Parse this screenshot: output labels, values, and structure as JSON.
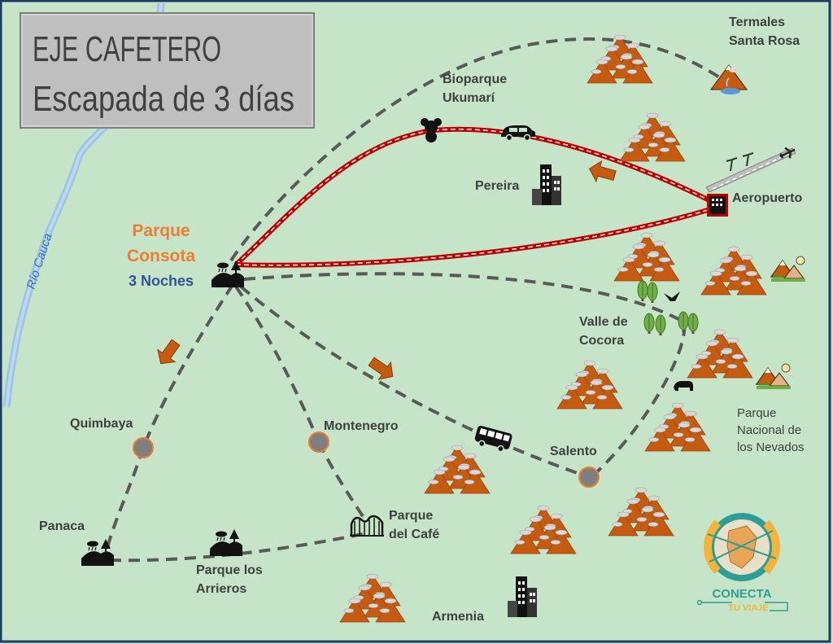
{
  "title": {
    "line1": "EJE CAFETERO",
    "line2": "Escapada de 3 días"
  },
  "river": "Río Cauca",
  "base": {
    "name_line1": "Parque",
    "name_line2": "Consota",
    "nights": "3 Noches"
  },
  "places": {
    "termales": [
      "Termales",
      "Santa Rosa"
    ],
    "bioparque": [
      "Bioparque",
      "Ukumarí"
    ],
    "pereira": "Pereira",
    "aeropuerto": "Aeropuerto",
    "valle": [
      "Valle de",
      "Cocora"
    ],
    "nevados": [
      "Parque",
      "Nacional de",
      "los Nevados"
    ],
    "quimbaya": "Quimbaya",
    "montenegro": "Montenegro",
    "salento": "Salento",
    "panaca": "Panaca",
    "parque_cafe": [
      "Parque",
      "del Café"
    ],
    "arrieros": [
      "Parque los",
      "Arrieros"
    ],
    "armenia": "Armenia"
  },
  "logo": {
    "line1": "CONECTA",
    "line2": "TU VIAJE"
  },
  "colors": {
    "background": "#c6e5c8",
    "route_red": "#c00000",
    "orange_text": "#ed7d31",
    "blue_text": "#2f5597",
    "mountain": "#c55a11",
    "dashed": "#595959",
    "stop_fill": "#7f7f7f"
  }
}
